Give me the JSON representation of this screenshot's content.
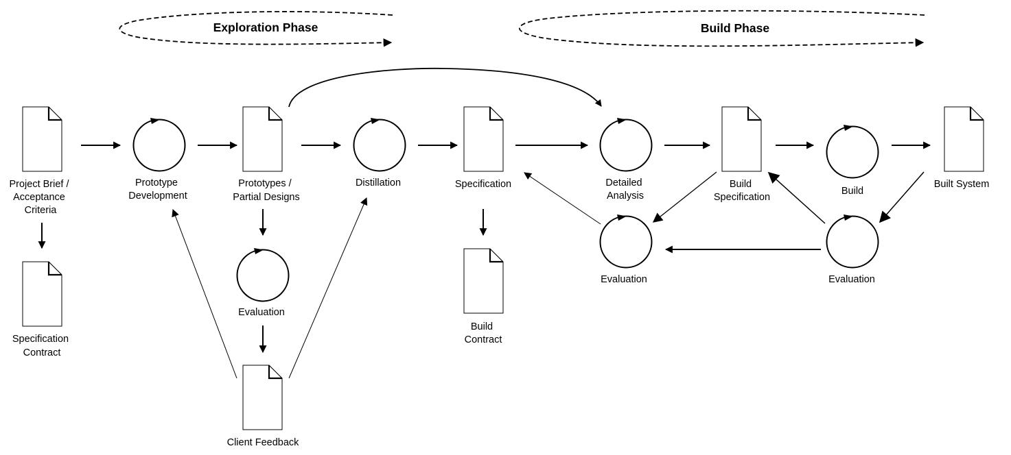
{
  "phases": [
    {
      "id": "exploration",
      "label": "Exploration Phase"
    },
    {
      "id": "build",
      "label": "Build Phase"
    }
  ],
  "nodes": [
    {
      "id": "project-brief",
      "kind": "document",
      "label": [
        "Project Brief /",
        "Acceptance",
        "Criteria"
      ]
    },
    {
      "id": "specification-contract",
      "kind": "document",
      "label": [
        "Specification",
        "Contract"
      ]
    },
    {
      "id": "prototype-development",
      "kind": "process",
      "label": [
        "Prototype",
        "Development"
      ]
    },
    {
      "id": "prototypes-partial-designs",
      "kind": "document",
      "label": [
        "Prototypes /",
        "Partial Designs"
      ]
    },
    {
      "id": "evaluation-exploration",
      "kind": "process",
      "label": [
        "Evaluation"
      ]
    },
    {
      "id": "client-feedback",
      "kind": "document",
      "label": [
        "Client Feedback"
      ]
    },
    {
      "id": "distillation",
      "kind": "process",
      "label": [
        "Distillation"
      ]
    },
    {
      "id": "specification",
      "kind": "document",
      "label": [
        "Specification"
      ]
    },
    {
      "id": "build-contract",
      "kind": "document",
      "label": [
        "Build",
        "Contract"
      ]
    },
    {
      "id": "detailed-analysis",
      "kind": "process",
      "label": [
        "Detailed",
        "Analysis"
      ]
    },
    {
      "id": "evaluation-analysis",
      "kind": "process",
      "label": [
        "Evaluation"
      ]
    },
    {
      "id": "build-specification",
      "kind": "document",
      "label": [
        "Build",
        "Specification"
      ]
    },
    {
      "id": "build",
      "kind": "process",
      "label": [
        "Build"
      ]
    },
    {
      "id": "built-system",
      "kind": "document",
      "label": [
        "Built System"
      ]
    },
    {
      "id": "evaluation-build",
      "kind": "process",
      "label": [
        "Evaluation"
      ]
    }
  ],
  "edges": [
    {
      "from": "project-brief",
      "to": "prototype-development"
    },
    {
      "from": "project-brief",
      "to": "specification-contract"
    },
    {
      "from": "prototype-development",
      "to": "prototypes-partial-designs"
    },
    {
      "from": "prototypes-partial-designs",
      "to": "distillation"
    },
    {
      "from": "prototypes-partial-designs",
      "to": "evaluation-exploration"
    },
    {
      "from": "prototypes-partial-designs",
      "to": "detailed-analysis"
    },
    {
      "from": "evaluation-exploration",
      "to": "client-feedback"
    },
    {
      "from": "client-feedback",
      "to": "prototype-development"
    },
    {
      "from": "client-feedback",
      "to": "distillation"
    },
    {
      "from": "distillation",
      "to": "specification"
    },
    {
      "from": "specification",
      "to": "detailed-analysis"
    },
    {
      "from": "specification",
      "to": "build-contract"
    },
    {
      "from": "detailed-analysis",
      "to": "build-specification"
    },
    {
      "from": "build-specification",
      "to": "evaluation-analysis"
    },
    {
      "from": "evaluation-analysis",
      "to": "specification"
    },
    {
      "from": "build-specification",
      "to": "build"
    },
    {
      "from": "build",
      "to": "built-system"
    },
    {
      "from": "built-system",
      "to": "evaluation-build"
    },
    {
      "from": "evaluation-build",
      "to": "build-specification"
    },
    {
      "from": "evaluation-build",
      "to": "evaluation-analysis"
    }
  ]
}
